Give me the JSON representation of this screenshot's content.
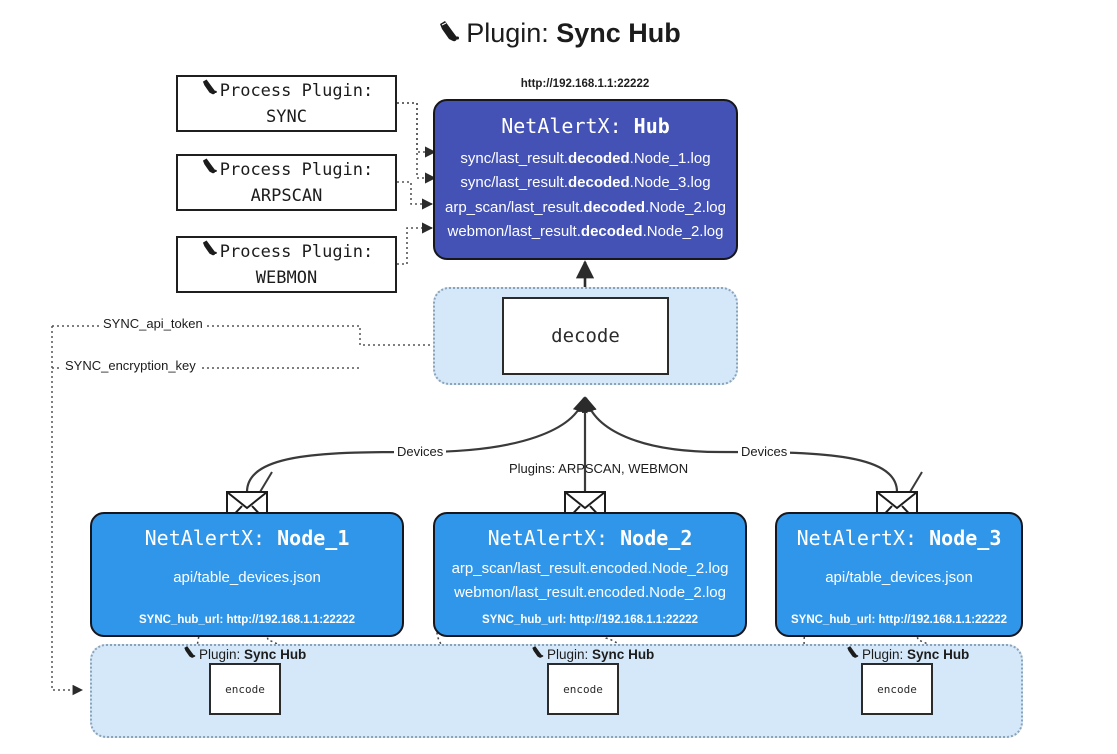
{
  "title": {
    "icon": "plug-icon",
    "prefix": "Plugin:",
    "name": "Sync Hub"
  },
  "colors": {
    "hub_blue": "#4352b4",
    "node_blue": "#2f96ea",
    "lane_blue": "#d5e8fa",
    "lane_border": "#8ba3b8",
    "stroke": "#2b2b2b",
    "page_bg": "#ffffff"
  },
  "process_plugins": [
    {
      "line1": "Process Plugin:",
      "line2": "SYNC"
    },
    {
      "line1": "Process Plugin:",
      "line2": "ARPSCAN"
    },
    {
      "line1": "Process Plugin:",
      "line2": "WEBMON"
    }
  ],
  "hub": {
    "url": "http://192.168.1.1:22222",
    "title_prefix": "NetAlertX:",
    "title_name": "Hub",
    "logs": [
      {
        "pre": "sync/last_result.",
        "mid": "decoded",
        "post": ".Node_1.log"
      },
      {
        "pre": "sync/last_result.",
        "mid": "decoded",
        "post": ".Node_3.log"
      },
      {
        "pre": "arp_scan/last_result.",
        "mid": "decoded",
        "post": ".Node_2.log"
      },
      {
        "pre": "webmon/last_result.",
        "mid": "decoded",
        "post": ".Node_2.log"
      }
    ]
  },
  "decode": {
    "label": "decode"
  },
  "secrets": [
    {
      "label": "SYNC_api_token"
    },
    {
      "label": "SYNC_encryption_key"
    }
  ],
  "edge_labels": {
    "devices_left": "Devices",
    "devices_right": "Devices",
    "plugins_center": "Plugins: ARPSCAN, WEBMON"
  },
  "nodes": [
    {
      "title_prefix": "NetAlertX:",
      "title_name": "Node_1",
      "lines": [
        "api/table_devices.json"
      ],
      "footer": "SYNC_hub_url: http://192.168.1.1:22222",
      "mail_icon": "envelope-icon"
    },
    {
      "title_prefix": "NetAlertX:",
      "title_name": "Node_2",
      "lines": [
        "arp_scan/last_result.encoded.Node_2.log",
        "webmon/last_result.encoded.Node_2.log"
      ],
      "footer": "SYNC_hub_url: http://192.168.1.1:22222",
      "mail_icon": "envelope-icon"
    },
    {
      "title_prefix": "NetAlertX:",
      "title_name": "Node_3",
      "lines": [
        "api/table_devices.json"
      ],
      "footer": "SYNC_hub_url: http://192.168.1.1:22222",
      "mail_icon": "envelope-icon"
    }
  ],
  "encoders": [
    {
      "caption_prefix": "Plugin:",
      "caption_name": "Sync Hub",
      "label": "encode",
      "icon": "plug-icon"
    },
    {
      "caption_prefix": "Plugin:",
      "caption_name": "Sync Hub",
      "label": "encode",
      "icon": "plug-icon"
    },
    {
      "caption_prefix": "Plugin:",
      "caption_name": "Sync Hub",
      "label": "encode",
      "icon": "plug-icon"
    }
  ]
}
